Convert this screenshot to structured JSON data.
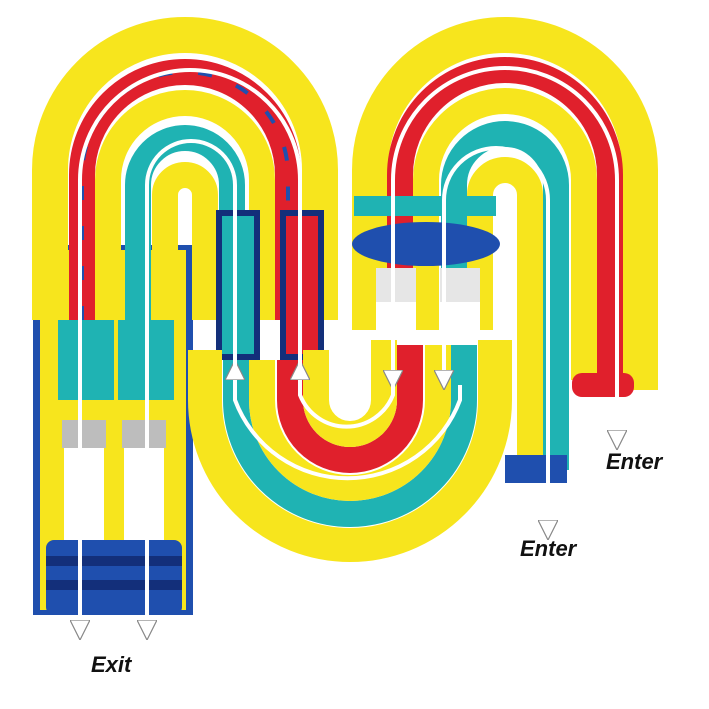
{
  "labels": {
    "enter_right": "Enter",
    "enter_middle": "Enter",
    "exit": "Exit"
  },
  "colors": {
    "yellow": "#f7e51d",
    "yellow_shade": "#d9c40f",
    "red": "#e0202c",
    "dark_red": "#a8141e",
    "teal": "#1fb3b3",
    "blue": "#1f4fae",
    "dark_blue": "#132f7a",
    "arrow": "#ffffff",
    "text": "#111111"
  },
  "icons": {
    "arrow": "white-flow-arrow-icon"
  }
}
